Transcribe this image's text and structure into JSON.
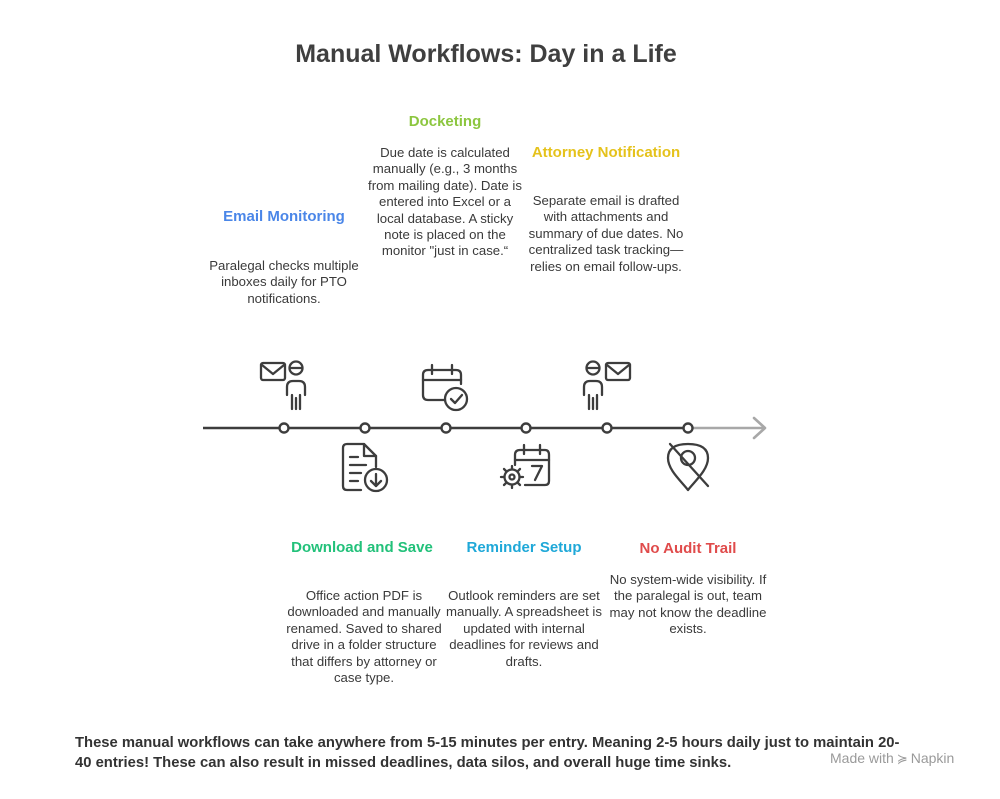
{
  "title": "Manual Workflows: Day in a Life",
  "stages": [
    {
      "title": "Email Monitoring",
      "color": "#4a86e8",
      "icon": "email-person-icon",
      "position": "above",
      "description": "Paralegal checks multiple inboxes daily for PTO notifications."
    },
    {
      "title": "Download and Save",
      "color": "#22c17a",
      "icon": "document-download-icon",
      "position": "below",
      "description": "Office action PDF is downloaded and manually renamed. Saved to shared drive in a folder structure that differs by attorney or case type."
    },
    {
      "title": "Docketing",
      "color": "#8cc63f",
      "icon": "calendar-check-icon",
      "position": "above",
      "description": "Due date is calculated manually (e.g., 3 months from mailing date). Date is entered into Excel or a local database. A sticky note is placed on the monitor \"just in case.“"
    },
    {
      "title": "Reminder Setup",
      "color": "#1fa8d8",
      "icon": "calendar-gear-icon",
      "position": "below",
      "description": "Outlook reminders are set manually. A spreadsheet is updated with internal deadlines for reviews and drafts."
    },
    {
      "title": "Attorney Notification",
      "color": "#e5c21b",
      "icon": "person-email-icon",
      "position": "above",
      "description": "Separate email is drafted with attachments and summary of due dates. No centralized task tracking—relies on email follow-ups."
    },
    {
      "title": "No Audit Trail",
      "color": "#e04b4b",
      "icon": "location-off-icon",
      "position": "below",
      "description": "No system-wide visibility. If the paralegal is out, team may not know the deadline exists."
    }
  ],
  "footer": "These manual workflows can take anywhere from 5-15 minutes per entry. Meaning 2-5 hours daily just to maintain 20-40 entries! These can also result in missed deadlines, data silos, and overall huge time sinks.",
  "brand": {
    "prefix": "Made with",
    "name": "Napkin",
    "icon": "napkin-icon"
  }
}
